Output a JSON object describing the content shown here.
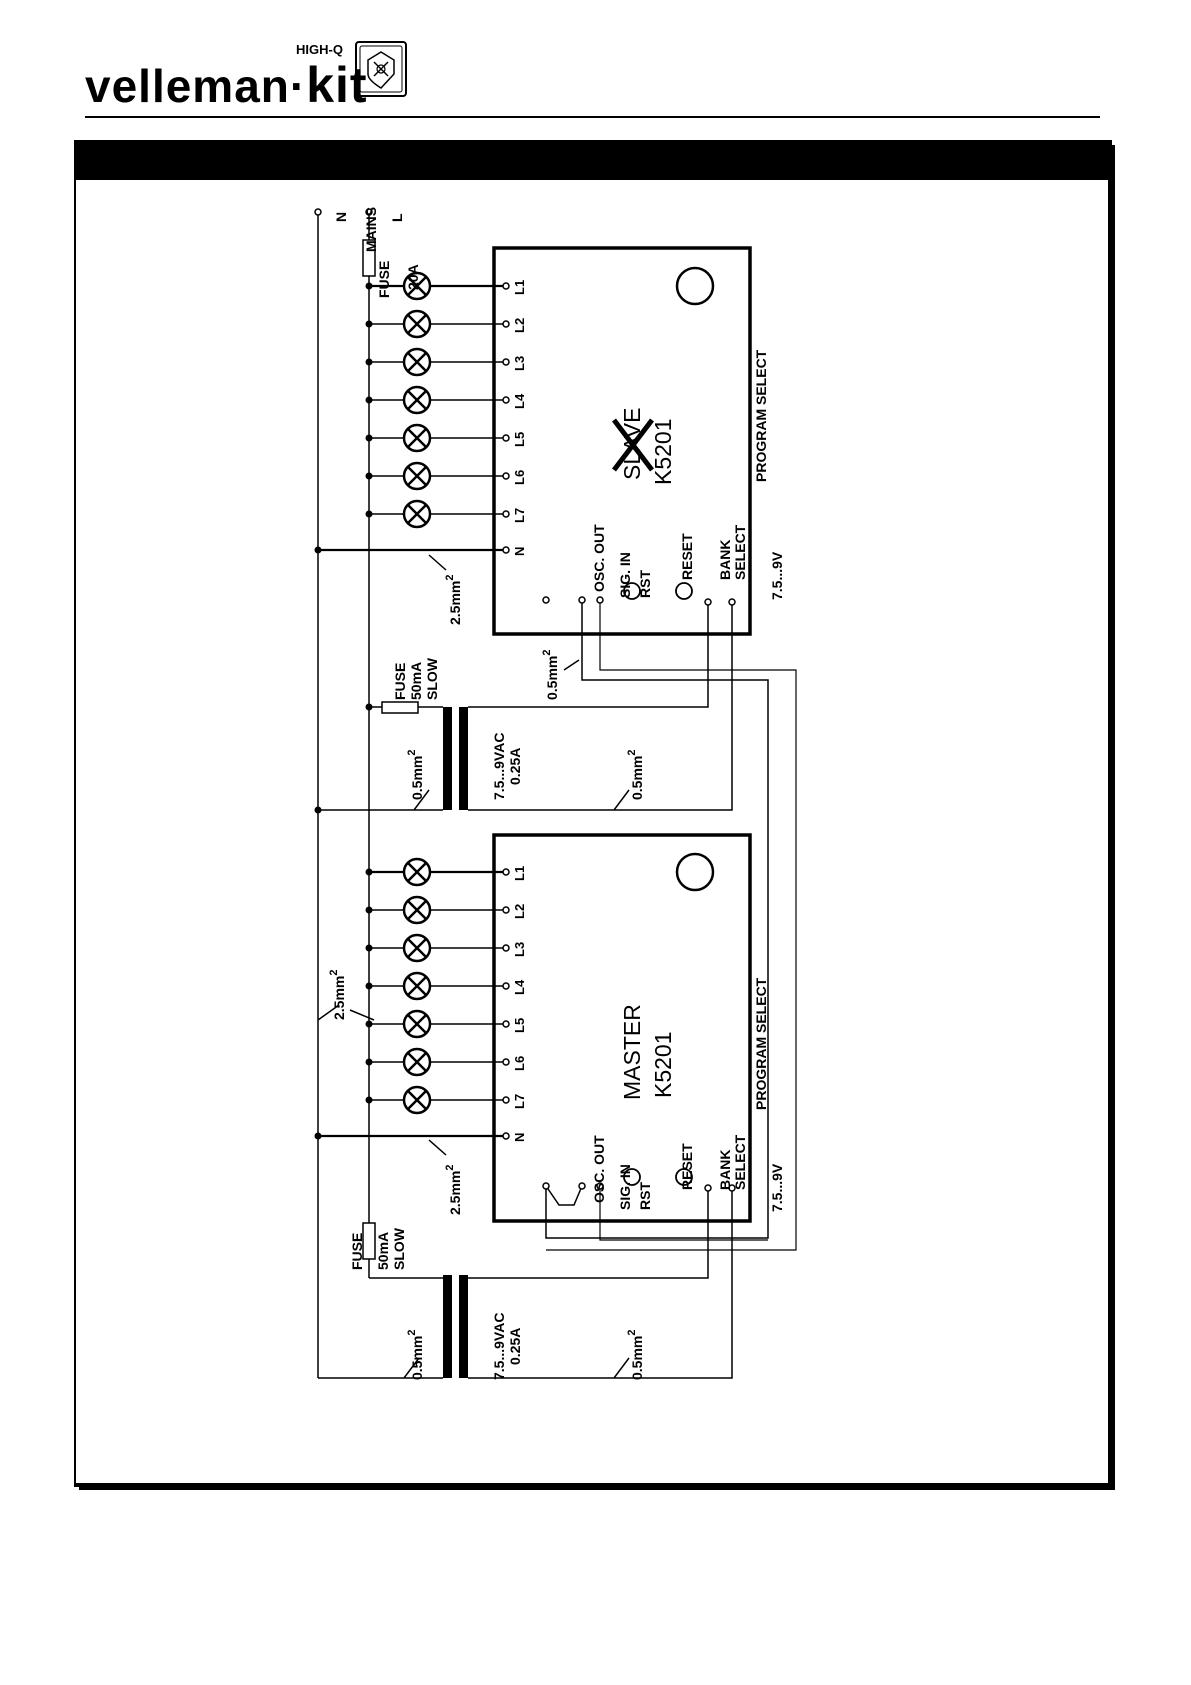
{
  "header": {
    "brand": "velleman",
    "brand_suffix": "kit",
    "badge": "HIGH-Q",
    "emblem_icon": "velleman-crest-icon",
    "colors": {
      "ink": "#000000",
      "paper": "#ffffff"
    }
  },
  "diagram": {
    "mains": {
      "n": "N",
      "l": "L",
      "label": "MAINS"
    },
    "main_fuse": {
      "label": "FUSE",
      "rating": "20A"
    },
    "slave": {
      "title": "SLAVE",
      "model": "K5201",
      "outputs": [
        "L1",
        "L2",
        "L3",
        "L4",
        "L5",
        "L6",
        "L7",
        "N"
      ],
      "osc_out": "OSC. OUT",
      "sig_in": "SIG. IN",
      "rst": "RST",
      "reset": "RESET",
      "bank_select": [
        "BANK",
        "SELECT"
      ],
      "supply": "7.5...9V",
      "program_select": "PROGRAM SELECT"
    },
    "master": {
      "title": "MASTER",
      "model": "K5201",
      "outputs": [
        "L1",
        "L2",
        "L3",
        "L4",
        "L5",
        "L6",
        "L7",
        "N"
      ],
      "osc_out": "OSC. OUT",
      "sig_in": "SIG. IN",
      "rst": "RST",
      "reset": "RESET",
      "bank_select": [
        "BANK",
        "SELECT"
      ],
      "supply": "7.5...9V",
      "program_select": "PROGRAM SELECT"
    },
    "transformer_fuse": {
      "label": "FUSE",
      "rating": "50mA",
      "type": "SLOW"
    },
    "transformer": {
      "rating": "7.5...9VAC",
      "current": "0.25A"
    },
    "wire": {
      "heavy": "2.5mm",
      "light": "0.5mm",
      "exponent": "2"
    }
  }
}
